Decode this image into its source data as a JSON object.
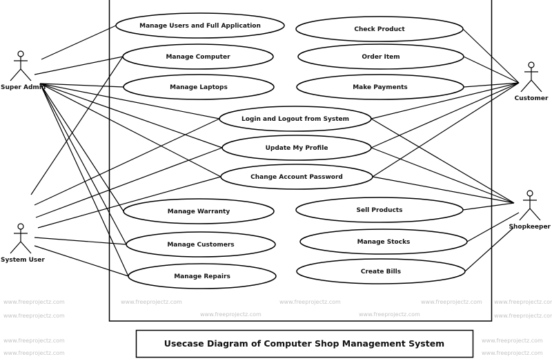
{
  "diagram": {
    "title": "Usecase Diagram of Computer Shop Management System",
    "watermark": "www.freeprojectz.com",
    "colors": {
      "stroke": "#000000",
      "watermark": "#c4c4c4",
      "background": "#ffffff"
    },
    "actors": [
      {
        "id": "super_admin",
        "label": "Super Admin"
      },
      {
        "id": "system_user",
        "label": "System User"
      },
      {
        "id": "customer",
        "label": "Customer"
      },
      {
        "id": "shopkeeper",
        "label": "Shopkeeper"
      }
    ],
    "use_cases": [
      {
        "id": "manage_users",
        "label": "Manage Users and Full Application"
      },
      {
        "id": "manage_computer",
        "label": "Manage Computer"
      },
      {
        "id": "manage_laptops",
        "label": "Manage Laptops"
      },
      {
        "id": "check_product",
        "label": "Check Product"
      },
      {
        "id": "order_item",
        "label": "Order Item"
      },
      {
        "id": "make_payments",
        "label": "Make Payments"
      },
      {
        "id": "login_logout",
        "label": "Login and Logout from System"
      },
      {
        "id": "update_profile",
        "label": "Update My Profile"
      },
      {
        "id": "change_password",
        "label": "Change Account Password"
      },
      {
        "id": "manage_warranty",
        "label": "Manage Warranty"
      },
      {
        "id": "manage_customers",
        "label": "Manage Customers"
      },
      {
        "id": "manage_repairs",
        "label": "Manage Repairs"
      },
      {
        "id": "sell_products",
        "label": "Sell Products"
      },
      {
        "id": "manage_stocks",
        "label": "Manage Stocks"
      },
      {
        "id": "create_bills",
        "label": "Create Bills"
      }
    ],
    "associations": [
      [
        "super_admin",
        "manage_users"
      ],
      [
        "super_admin",
        "manage_computer"
      ],
      [
        "super_admin",
        "manage_laptops"
      ],
      [
        "super_admin",
        "login_logout"
      ],
      [
        "super_admin",
        "update_profile"
      ],
      [
        "super_admin",
        "change_password"
      ],
      [
        "super_admin",
        "manage_warranty"
      ],
      [
        "super_admin",
        "manage_customers"
      ],
      [
        "super_admin",
        "manage_repairs"
      ],
      [
        "system_user",
        "manage_computer"
      ],
      [
        "system_user",
        "login_logout"
      ],
      [
        "system_user",
        "update_profile"
      ],
      [
        "system_user",
        "change_password"
      ],
      [
        "system_user",
        "manage_customers"
      ],
      [
        "system_user",
        "manage_repairs"
      ],
      [
        "customer",
        "check_product"
      ],
      [
        "customer",
        "order_item"
      ],
      [
        "customer",
        "make_payments"
      ],
      [
        "customer",
        "login_logout"
      ],
      [
        "customer",
        "update_profile"
      ],
      [
        "customer",
        "change_password"
      ],
      [
        "shopkeeper",
        "login_logout"
      ],
      [
        "shopkeeper",
        "update_profile"
      ],
      [
        "shopkeeper",
        "change_password"
      ],
      [
        "shopkeeper",
        "sell_products"
      ],
      [
        "shopkeeper",
        "manage_stocks"
      ],
      [
        "shopkeeper",
        "create_bills"
      ]
    ]
  }
}
